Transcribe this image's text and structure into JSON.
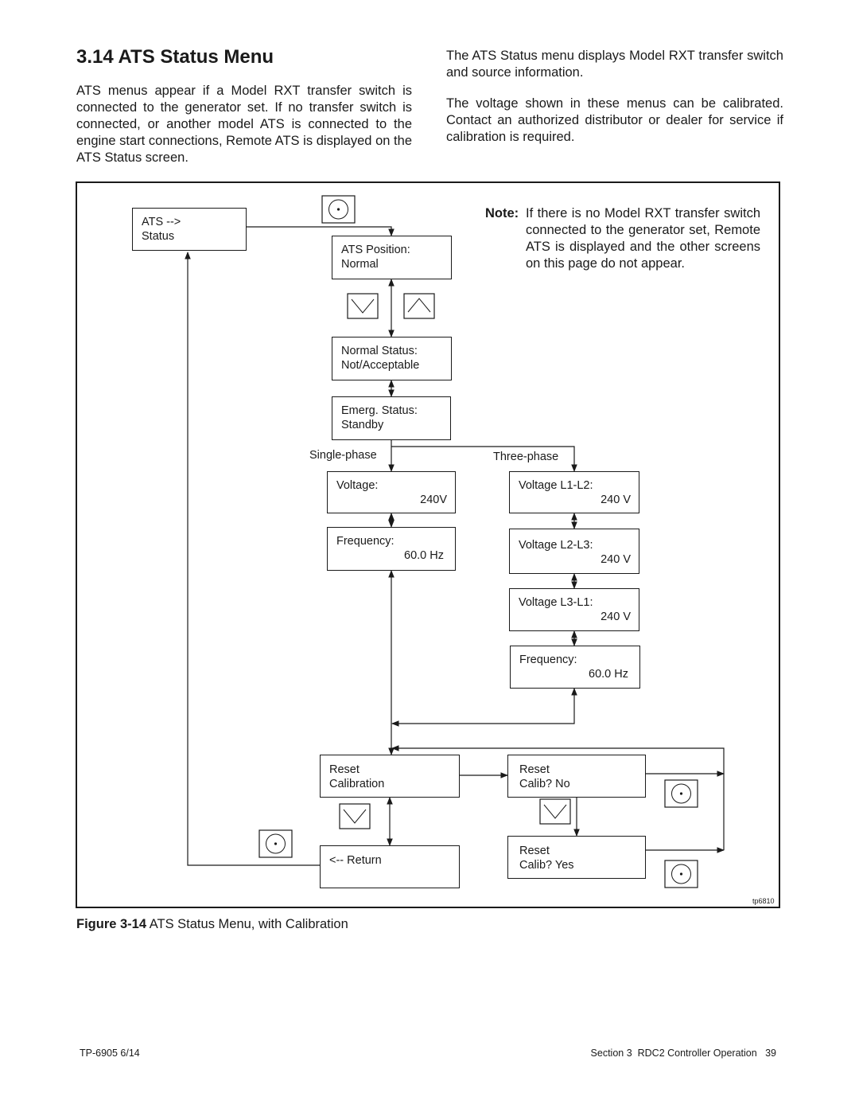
{
  "heading": "3.14 ATS Status Menu",
  "paragraphs": {
    "left": "ATS menus appear if a Model RXT transfer switch is connected to the generator set. If no transfer switch is connected, or another model ATS is connected to the engine start connections, Remote ATS is displayed on the ATS Status screen.",
    "right1": "The ATS Status menu displays Model RXT transfer switch and source information.",
    "right2": "The voltage shown in these menus can be calibrated. Contact an authorized distributor or dealer for service if calibration is required."
  },
  "note": {
    "label": "Note:",
    "text": "If there is no Model RXT transfer switch connected to the generator set, Remote ATS is displayed and the other screens on this page do not appear."
  },
  "diagram": {
    "ats_status": {
      "line1": "ATS -->",
      "line2": "Status"
    },
    "ats_position": {
      "line1": "ATS Position:",
      "line2": "Normal"
    },
    "normal_status": {
      "line1": "Normal Status:",
      "line2": "Not/Acceptable"
    },
    "emerg_status": {
      "line1": "Emerg. Status:",
      "line2": "Standby"
    },
    "single_phase_label": "Single-phase",
    "three_phase_label": "Three-phase",
    "sp_voltage": {
      "line1": "Voltage:",
      "line2": "240V"
    },
    "sp_frequency": {
      "line1": "Frequency:",
      "line2": "60.0 Hz"
    },
    "tp_voltage_l1l2": {
      "line1": "Voltage L1-L2:",
      "line2": "240 V"
    },
    "tp_voltage_l2l3": {
      "line1": "Voltage L2-L3:",
      "line2": "240 V"
    },
    "tp_voltage_l3l1": {
      "line1": "Voltage L3-L1:",
      "line2": "240 V"
    },
    "tp_frequency": {
      "line1": "Frequency:",
      "line2": "60.0 Hz"
    },
    "reset_calibration": {
      "line1": "Reset",
      "line2": "Calibration"
    },
    "reset_calib_no": {
      "line1": "Reset",
      "line2": "Calib? No"
    },
    "reset_calib_yes": {
      "line1": "Reset",
      "line2": "Calib? Yes"
    },
    "return": {
      "line1": "<-- Return"
    },
    "figure_tag": "tp6810",
    "icons": [
      "select-button-icon",
      "down-arrow-button-icon",
      "up-arrow-button-icon"
    ]
  },
  "caption": {
    "prefix": "Figure 3-14",
    "text": "ATS Status Menu, with Calibration"
  },
  "footer": {
    "left": "TP-6905 6/14",
    "right": "Section 3  RDC2 Controller Operation   39"
  }
}
